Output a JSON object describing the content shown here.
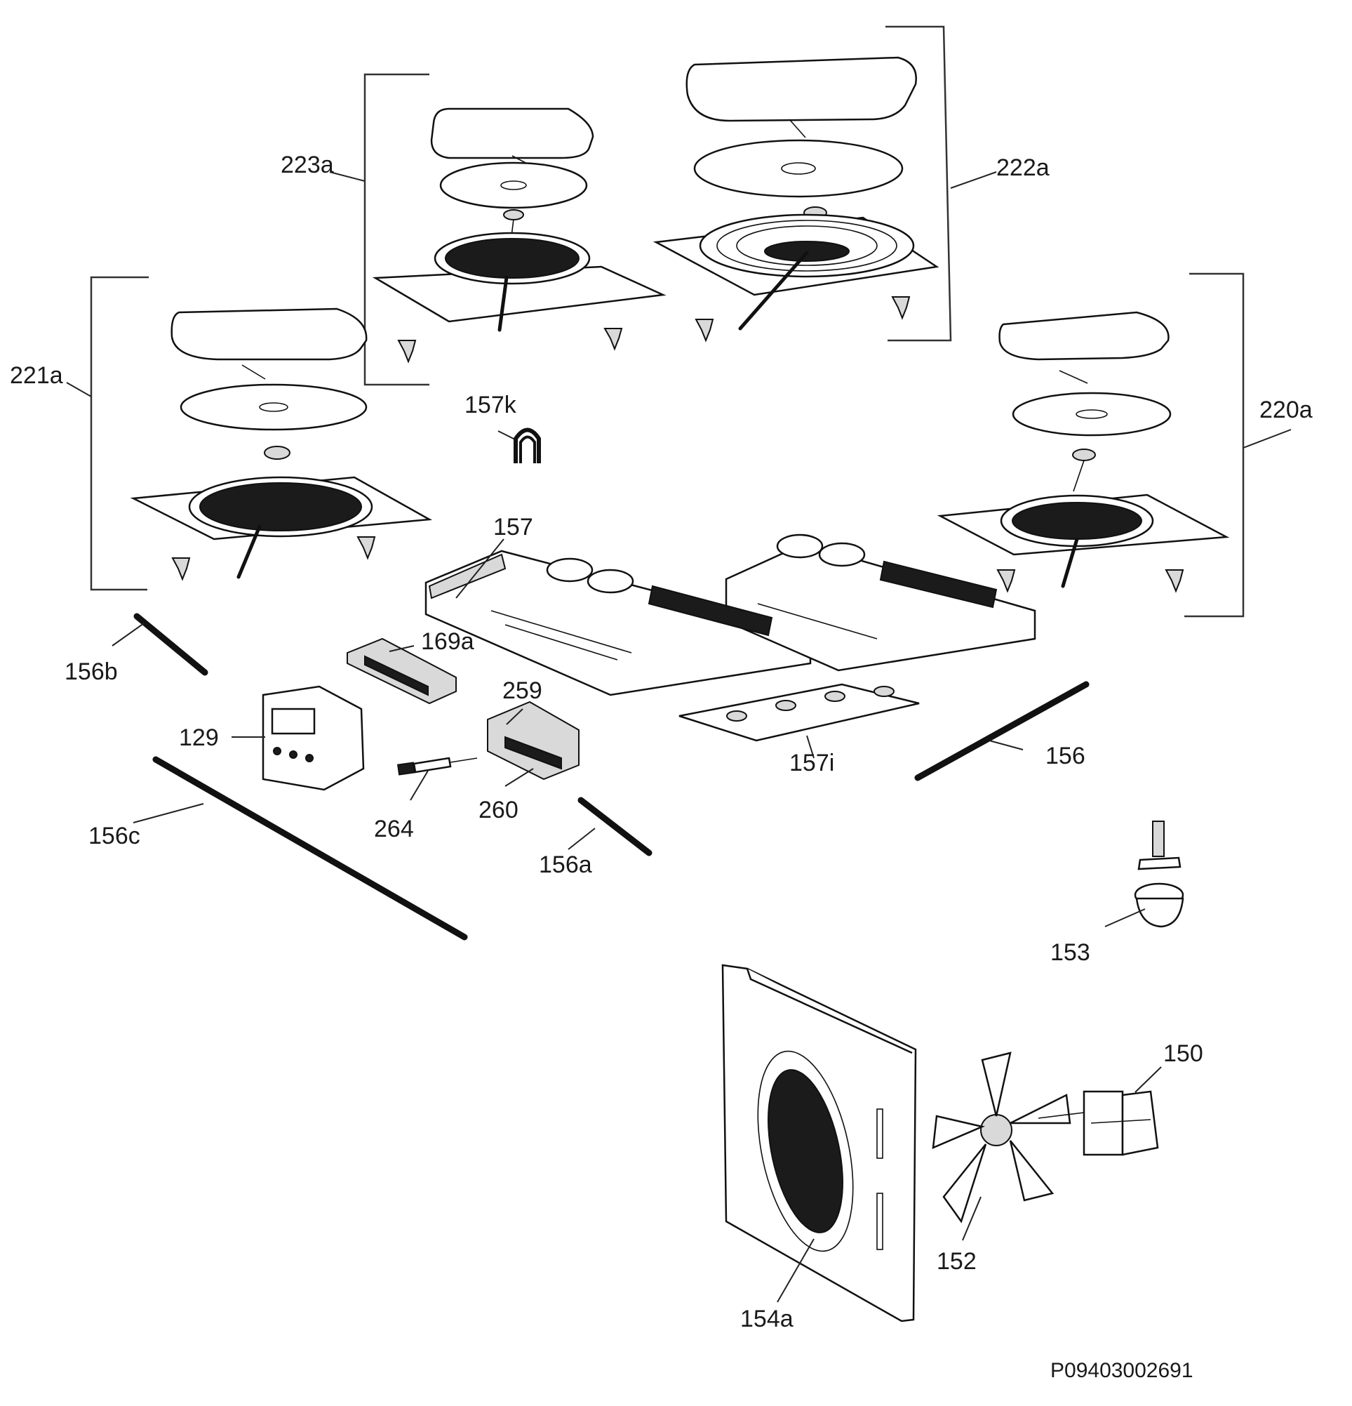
{
  "diagram": {
    "drawing_code": "P09403002691",
    "parts": [
      {
        "id": "p223a",
        "label": "223a"
      },
      {
        "id": "p222a",
        "label": "222a"
      },
      {
        "id": "p221a",
        "label": "221a"
      },
      {
        "id": "p220a",
        "label": "220a"
      },
      {
        "id": "p157k",
        "label": "157k"
      },
      {
        "id": "p157",
        "label": "157"
      },
      {
        "id": "p169a",
        "label": "169a"
      },
      {
        "id": "p156b",
        "label": "156b"
      },
      {
        "id": "p259",
        "label": "259"
      },
      {
        "id": "p129",
        "label": "129"
      },
      {
        "id": "p157i",
        "label": "157i"
      },
      {
        "id": "p156",
        "label": "156"
      },
      {
        "id": "p264",
        "label": "264"
      },
      {
        "id": "p260",
        "label": "260"
      },
      {
        "id": "p156c",
        "label": "156c"
      },
      {
        "id": "p156a",
        "label": "156a"
      },
      {
        "id": "p153",
        "label": "153"
      },
      {
        "id": "p150",
        "label": "150"
      },
      {
        "id": "p152",
        "label": "152"
      },
      {
        "id": "p154a",
        "label": "154a"
      }
    ]
  }
}
